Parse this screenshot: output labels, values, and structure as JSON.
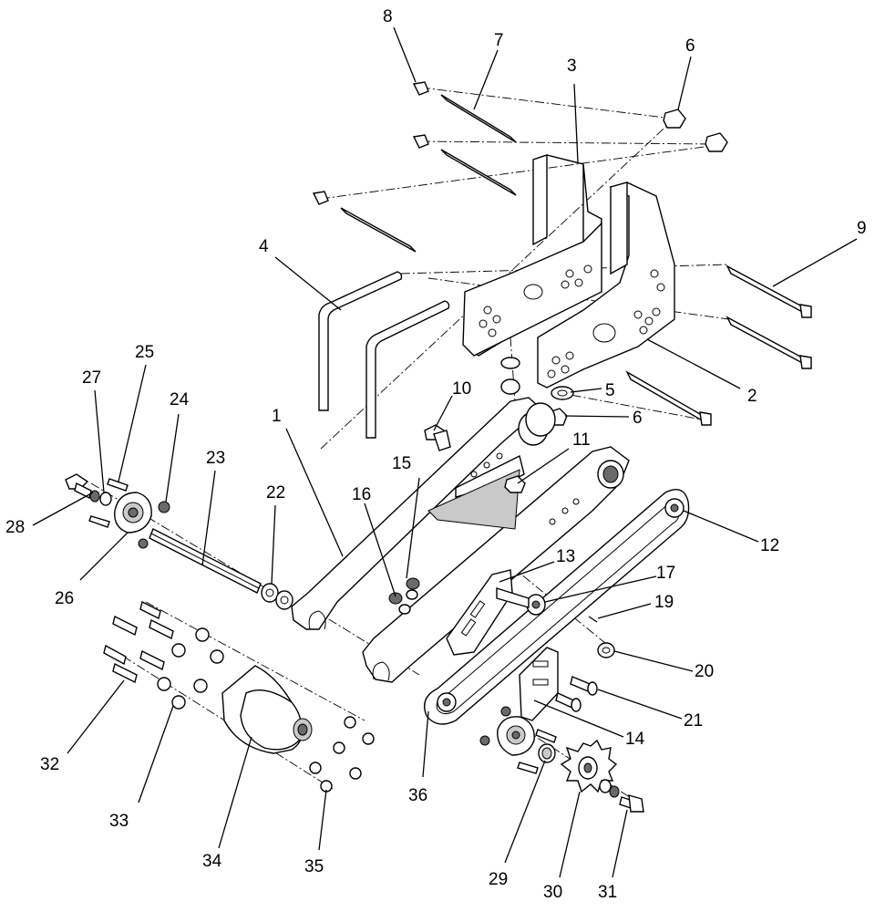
{
  "diagram": {
    "callouts": [
      "1",
      "2",
      "3",
      "4",
      "5",
      "6",
      "6",
      "7",
      "8",
      "9",
      "10",
      "11",
      "12",
      "13",
      "14",
      "15",
      "16",
      "17",
      "19",
      "20",
      "21",
      "22",
      "23",
      "24",
      "25",
      "26",
      "27",
      "28",
      "29",
      "30",
      "31",
      "32",
      "33",
      "34",
      "35",
      "36"
    ]
  }
}
